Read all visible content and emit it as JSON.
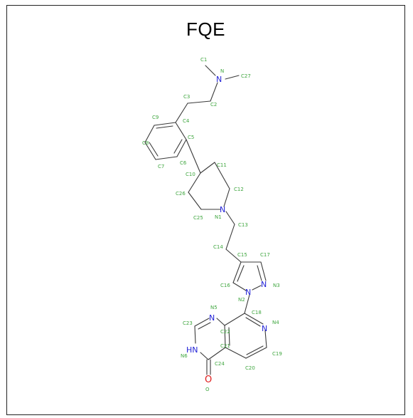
{
  "title": "FQE",
  "atoms": {
    "n_label": "N",
    "hn_label": "HN",
    "o_label": "O"
  },
  "labels": {
    "C1": "C1",
    "N": "N",
    "C27": "C27",
    "C3": "C3",
    "C2": "C2",
    "C9": "C9",
    "C4": "C4",
    "C8": "C8",
    "C5": "C5",
    "C7": "C7",
    "C6": "C6",
    "C10": "C10",
    "C11": "C11",
    "C12": "C12",
    "C26": "C26",
    "C25": "C25",
    "N1": "N1",
    "C13": "C13",
    "C14": "C14",
    "C15": "C15",
    "C17": "C17",
    "C16": "C16",
    "N2": "N2",
    "N3": "N3",
    "N5": "N5",
    "C18": "C18",
    "N4": "N4",
    "C23": "C23",
    "C22": "C22",
    "C21": "C21",
    "N6": "N6",
    "C24": "C24",
    "C19": "C19",
    "C20": "C20",
    "O": "O"
  }
}
